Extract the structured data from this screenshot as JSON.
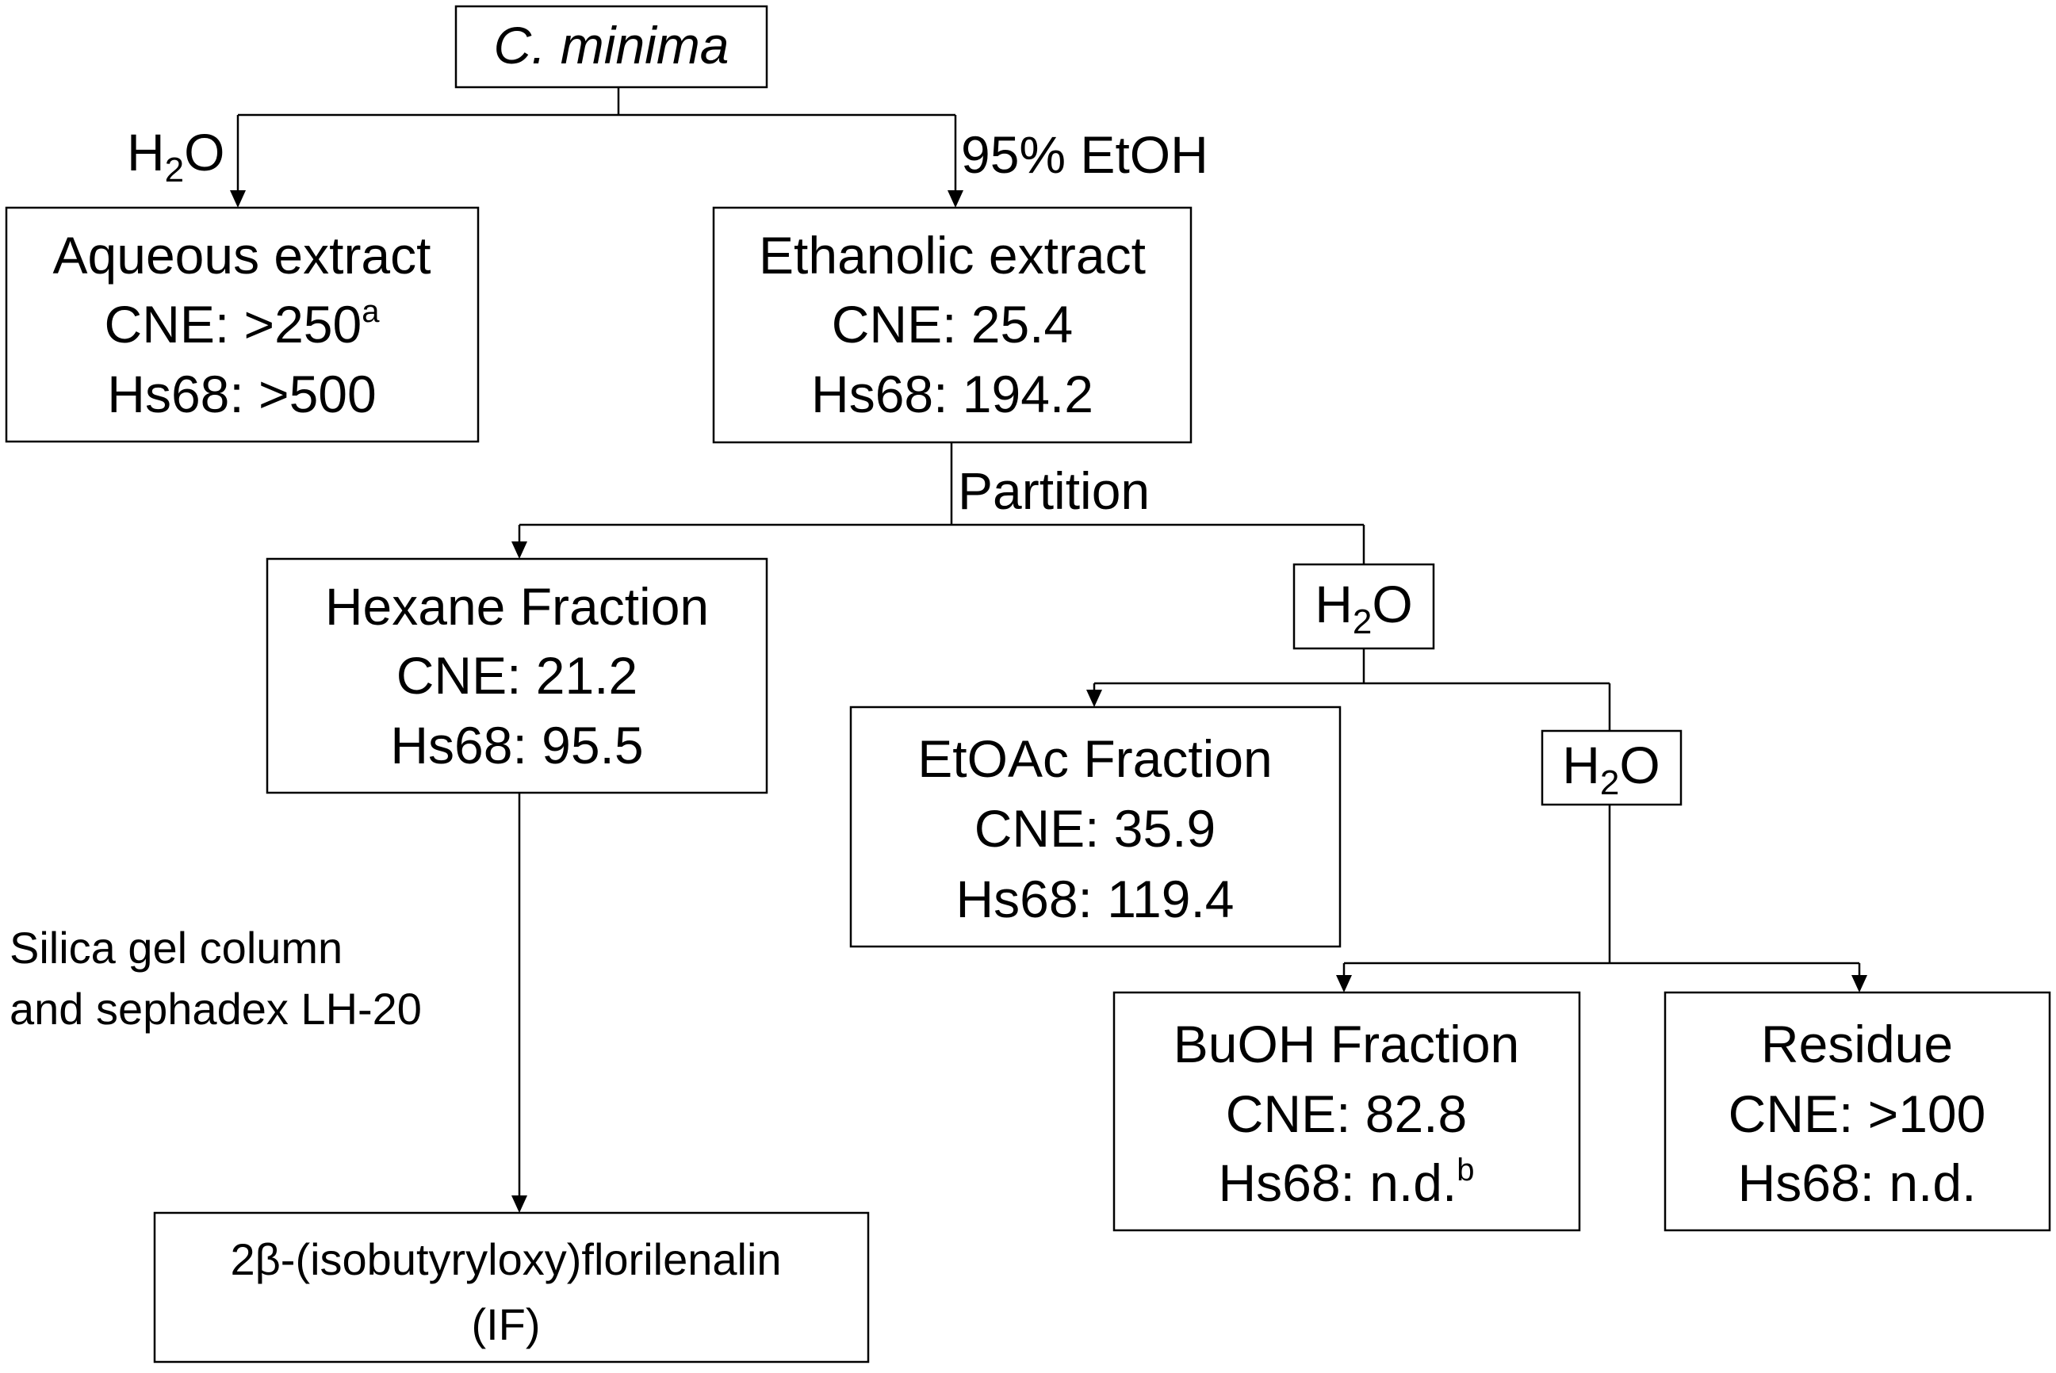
{
  "root": {
    "name": "C. minima"
  },
  "edges": {
    "water": {
      "pre": "H",
      "sub": "2",
      "post": "O"
    },
    "ethanol": "95% EtOH",
    "partition": "Partition",
    "chromatography": {
      "line1": "Silica gel column",
      "line2": "and sephadex LH-20"
    }
  },
  "solvent_boxes": {
    "water_1": {
      "pre": "H",
      "sub": "2",
      "post": "O"
    },
    "water_2": {
      "pre": "H",
      "sub": "2",
      "post": "O"
    }
  },
  "nodes": {
    "aqueous": {
      "title": "Aqueous extract",
      "cne": "CNE: >250",
      "cne_note": "a",
      "hs68": "Hs68: >500"
    },
    "ethanolic": {
      "title": "Ethanolic extract",
      "cne": "CNE: 25.4",
      "hs68": "Hs68: 194.2"
    },
    "hexane": {
      "title": "Hexane Fraction",
      "cne": "CNE: 21.2",
      "hs68": "Hs68: 95.5"
    },
    "etoac": {
      "title": "EtOAc Fraction",
      "cne": "CNE: 35.9",
      "hs68": "Hs68: 119.4"
    },
    "buoh": {
      "title": "BuOH Fraction",
      "cne": "CNE: 82.8",
      "hs68": "Hs68: n.d.",
      "hs68_note": "b"
    },
    "residue": {
      "title": "Residue",
      "cne": "CNE: >100",
      "hs68": "Hs68: n.d."
    },
    "compound": {
      "line1": "2β-(isobutyryloxy)florilenalin",
      "line2": "(IF)"
    }
  }
}
